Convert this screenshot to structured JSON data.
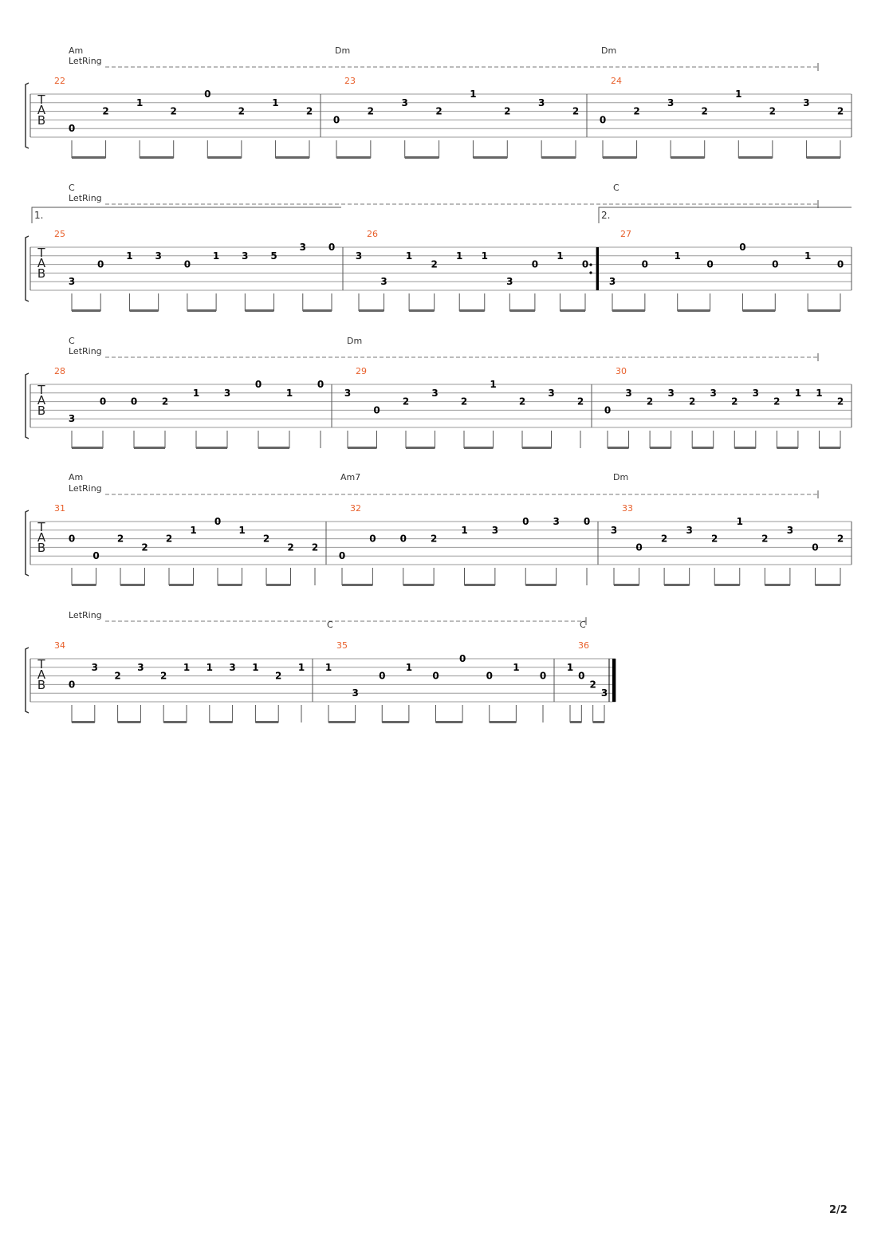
{
  "page": {
    "number": "2/2"
  },
  "tab_letters": [
    "T",
    "A",
    "B"
  ],
  "let_ring_label": "LetRing",
  "colors": {
    "measure_number": "#e8602c",
    "staff_line": "#9a9a9a",
    "note": "#000000"
  },
  "systems": [
    {
      "chords": [
        "Am",
        "Dm",
        "Dm"
      ],
      "measures": [
        {
          "number": "22",
          "notes": [
            {
              "fret": "0",
              "string": 4
            },
            {
              "fret": "2",
              "string": 2
            },
            {
              "fret": "1",
              "string": 1
            },
            {
              "fret": "2",
              "string": 2
            },
            {
              "fret": "0",
              "string": 0
            },
            {
              "fret": "2",
              "string": 2
            },
            {
              "fret": "1",
              "string": 1
            },
            {
              "fret": "2",
              "string": 2
            }
          ]
        },
        {
          "number": "23",
          "notes": [
            {
              "fret": "0",
              "string": 3
            },
            {
              "fret": "2",
              "string": 2
            },
            {
              "fret": "3",
              "string": 1
            },
            {
              "fret": "2",
              "string": 2
            },
            {
              "fret": "1",
              "string": 0
            },
            {
              "fret": "2",
              "string": 2
            },
            {
              "fret": "3",
              "string": 1
            },
            {
              "fret": "2",
              "string": 2
            }
          ]
        },
        {
          "number": "24",
          "notes": [
            {
              "fret": "0",
              "string": 3
            },
            {
              "fret": "2",
              "string": 2
            },
            {
              "fret": "3",
              "string": 1
            },
            {
              "fret": "2",
              "string": 2
            },
            {
              "fret": "1",
              "string": 0
            },
            {
              "fret": "2",
              "string": 2
            },
            {
              "fret": "3",
              "string": 1
            },
            {
              "fret": "2",
              "string": 2
            }
          ]
        }
      ]
    },
    {
      "chords": [
        "C",
        "C"
      ],
      "voltas": [
        "1.",
        "2."
      ],
      "measures": [
        {
          "number": "25",
          "notes": [
            {
              "fret": "3",
              "string": 4
            },
            {
              "fret": "0",
              "string": 2
            },
            {
              "fret": "1",
              "string": 1
            },
            {
              "fret": "3",
              "string": 1
            },
            {
              "fret": "0",
              "string": 2
            },
            {
              "fret": "1",
              "string": 1
            },
            {
              "fret": "3",
              "string": 1
            },
            {
              "fret": "5",
              "string": 1
            },
            {
              "fret": "3",
              "string": 0
            },
            {
              "fret": "0",
              "string": 0
            }
          ]
        },
        {
          "number": "26",
          "notes": [
            {
              "fret": "3",
              "string": 1
            },
            {
              "fret": "3",
              "string": 4
            },
            {
              "fret": "1",
              "string": 1
            },
            {
              "fret": "2",
              "string": 2
            },
            {
              "fret": "1",
              "string": 1
            },
            {
              "fret": "1",
              "string": 1
            },
            {
              "fret": "3",
              "string": 4
            },
            {
              "fret": "0",
              "string": 2
            },
            {
              "fret": "1",
              "string": 1
            },
            {
              "fret": "0",
              "string": 2
            }
          ]
        },
        {
          "number": "27",
          "notes": [
            {
              "fret": "3",
              "string": 4
            },
            {
              "fret": "0",
              "string": 2
            },
            {
              "fret": "1",
              "string": 1
            },
            {
              "fret": "0",
              "string": 2
            },
            {
              "fret": "0",
              "string": 0
            },
            {
              "fret": "0",
              "string": 2
            },
            {
              "fret": "1",
              "string": 1
            },
            {
              "fret": "0",
              "string": 2
            }
          ]
        }
      ]
    },
    {
      "chords": [
        "C",
        "Dm"
      ],
      "measures": [
        {
          "number": "28",
          "notes": [
            {
              "fret": "3",
              "string": 4
            },
            {
              "fret": "0",
              "string": 2
            },
            {
              "fret": "0",
              "string": 2
            },
            {
              "fret": "2",
              "string": 2
            },
            {
              "fret": "1",
              "string": 1
            },
            {
              "fret": "3",
              "string": 1
            },
            {
              "fret": "0",
              "string": 0
            },
            {
              "fret": "1",
              "string": 1
            },
            {
              "fret": "0",
              "string": 0
            }
          ]
        },
        {
          "number": "29",
          "notes": [
            {
              "fret": "3",
              "string": 1
            },
            {
              "fret": "0",
              "string": 3
            },
            {
              "fret": "2",
              "string": 2
            },
            {
              "fret": "3",
              "string": 1
            },
            {
              "fret": "2",
              "string": 2
            },
            {
              "fret": "1",
              "string": 0
            },
            {
              "fret": "2",
              "string": 2
            },
            {
              "fret": "3",
              "string": 1
            },
            {
              "fret": "2",
              "string": 2
            }
          ]
        },
        {
          "number": "30",
          "notes": [
            {
              "fret": "0",
              "string": 3
            },
            {
              "fret": "3",
              "string": 1
            },
            {
              "fret": "2",
              "string": 2
            },
            {
              "fret": "3",
              "string": 1
            },
            {
              "fret": "2",
              "string": 2
            },
            {
              "fret": "3",
              "string": 1
            },
            {
              "fret": "2",
              "string": 2
            },
            {
              "fret": "3",
              "string": 1
            },
            {
              "fret": "2",
              "string": 2
            },
            {
              "fret": "1",
              "string": 1
            },
            {
              "fret": "1",
              "string": 1
            },
            {
              "fret": "2",
              "string": 2
            }
          ]
        }
      ]
    },
    {
      "chords": [
        "Am",
        "Am7",
        "Dm"
      ],
      "measures": [
        {
          "number": "31",
          "notes": [
            {
              "fret": "0",
              "string": 2
            },
            {
              "fret": "0",
              "string": 4
            },
            {
              "fret": "2",
              "string": 2
            },
            {
              "fret": "2",
              "string": 3
            },
            {
              "fret": "2",
              "string": 2
            },
            {
              "fret": "1",
              "string": 1
            },
            {
              "fret": "0",
              "string": 0
            },
            {
              "fret": "1",
              "string": 1
            },
            {
              "fret": "2",
              "string": 2
            },
            {
              "fret": "2",
              "string": 3
            },
            {
              "fret": "2",
              "string": 3
            }
          ]
        },
        {
          "number": "32",
          "notes": [
            {
              "fret": "0",
              "string": 4
            },
            {
              "fret": "0",
              "string": 2
            },
            {
              "fret": "0",
              "string": 2
            },
            {
              "fret": "2",
              "string": 2
            },
            {
              "fret": "1",
              "string": 1
            },
            {
              "fret": "3",
              "string": 1
            },
            {
              "fret": "0",
              "string": 0
            },
            {
              "fret": "3",
              "string": 0
            },
            {
              "fret": "0",
              "string": 0
            }
          ]
        },
        {
          "number": "33",
          "notes": [
            {
              "fret": "3",
              "string": 1
            },
            {
              "fret": "0",
              "string": 3
            },
            {
              "fret": "2",
              "string": 2
            },
            {
              "fret": "3",
              "string": 1
            },
            {
              "fret": "2",
              "string": 2
            },
            {
              "fret": "1",
              "string": 0
            },
            {
              "fret": "2",
              "string": 2
            },
            {
              "fret": "3",
              "string": 1
            },
            {
              "fret": "0",
              "string": 3
            },
            {
              "fret": "2",
              "string": 2
            }
          ]
        }
      ]
    },
    {
      "chords": [
        "C",
        "C"
      ],
      "measures": [
        {
          "number": "34",
          "notes": [
            {
              "fret": "0",
              "string": 3
            },
            {
              "fret": "3",
              "string": 1
            },
            {
              "fret": "2",
              "string": 2
            },
            {
              "fret": "3",
              "string": 1
            },
            {
              "fret": "2",
              "string": 2
            },
            {
              "fret": "1",
              "string": 1
            },
            {
              "fret": "1",
              "string": 1
            },
            {
              "fret": "3",
              "string": 1
            },
            {
              "fret": "1",
              "string": 1
            },
            {
              "fret": "2",
              "string": 2
            },
            {
              "fret": "1",
              "string": 1
            }
          ]
        },
        {
          "number": "35",
          "notes": [
            {
              "fret": "1",
              "string": 1
            },
            {
              "fret": "3",
              "string": 4
            },
            {
              "fret": "0",
              "string": 2
            },
            {
              "fret": "1",
              "string": 1
            },
            {
              "fret": "0",
              "string": 2
            },
            {
              "fret": "0",
              "string": 0
            },
            {
              "fret": "0",
              "string": 2
            },
            {
              "fret": "1",
              "string": 1
            },
            {
              "fret": "0",
              "string": 2
            }
          ]
        },
        {
          "number": "36",
          "notes": [
            {
              "fret": "1",
              "string": 1
            },
            {
              "fret": "0",
              "string": 2
            },
            {
              "fret": "2",
              "string": 3
            },
            {
              "fret": "3",
              "string": 4
            }
          ]
        }
      ]
    }
  ]
}
